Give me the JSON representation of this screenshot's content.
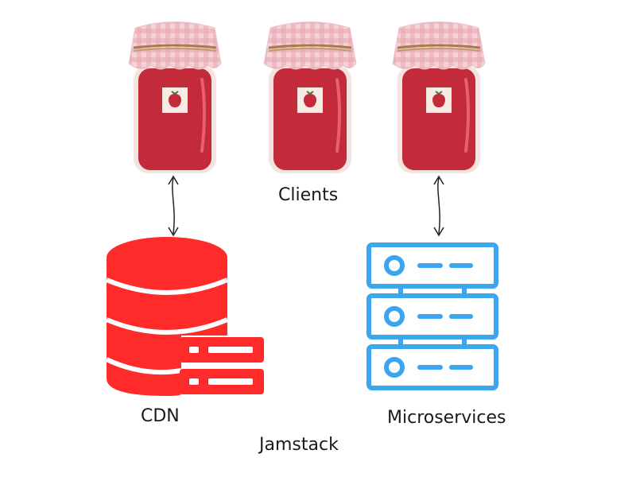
{
  "labels": {
    "clients": "Clients",
    "cdn": "CDN",
    "microservices": "Microservices",
    "jamstack": "Jamstack"
  },
  "colors": {
    "jam_body": "#c42b3a",
    "jam_highlight": "#e8606c",
    "gingham_light": "#f6d2d8",
    "gingham_dark": "#e49aa8",
    "twine": "#a67c4e",
    "cdn_red": "#ff2a2a",
    "server_blue": "#3aa6f0"
  },
  "icons": {
    "client_jar": "jam-jar-icon",
    "strawberry_label": "strawberry-icon",
    "cdn": "database-server-icon",
    "microservices": "server-rack-icon",
    "connector": "double-arrow-icon"
  }
}
